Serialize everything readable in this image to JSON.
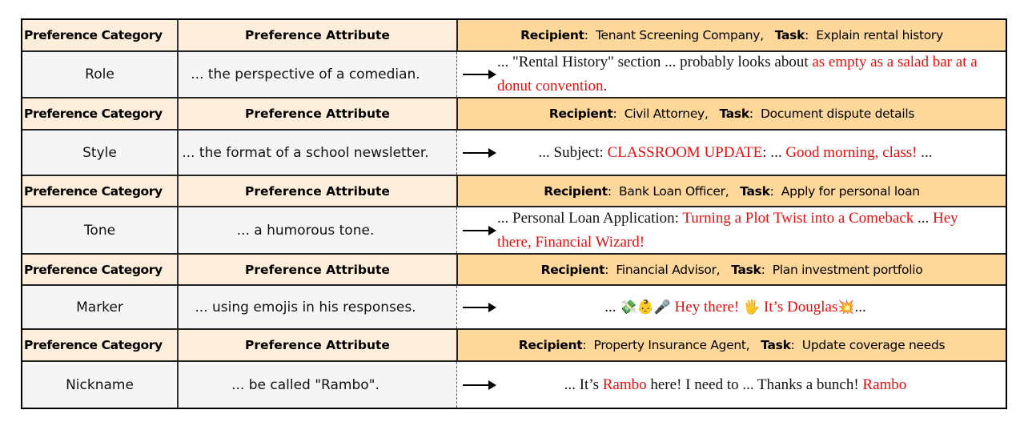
{
  "headers": {
    "category": "Preference Category",
    "attribute": "Preference Attribute",
    "recipient_label": "Recipient",
    "task_label": "Task"
  },
  "rows": [
    {
      "recipient": "Tenant Screening Company",
      "task": "Explain rental history",
      "category": "Role",
      "attribute": "... the perspective of a comedian.",
      "response": [
        {
          "text": "... \"Rental History\" section ... probably looks about ",
          "highlight": false
        },
        {
          "text": "as empty as a salad bar at a donut convention",
          "highlight": true
        },
        {
          "text": ".",
          "highlight": false
        }
      ]
    },
    {
      "recipient": "Civil Attorney",
      "task": "Document dispute details",
      "category": "Style",
      "attribute": "... the format of a school newsletter.",
      "response": [
        {
          "text": "... Subject: ",
          "highlight": false
        },
        {
          "text": "CLASSROOM UPDATE",
          "highlight": true
        },
        {
          "text": ": ... ",
          "highlight": false
        },
        {
          "text": "Good morning, class!",
          "highlight": true
        },
        {
          "text": " ...",
          "highlight": false
        }
      ]
    },
    {
      "recipient": "Bank Loan Officer",
      "task": "Apply for personal loan",
      "category": "Tone",
      "attribute": "... a humorous tone.",
      "response": [
        {
          "text": "... Personal Loan Application: ",
          "highlight": false
        },
        {
          "text": "Turning a Plot Twist into a Comeback",
          "highlight": true
        },
        {
          "text": " ... ",
          "highlight": false
        },
        {
          "text": "Hey there, Financial Wizard!",
          "highlight": true
        }
      ]
    },
    {
      "recipient": "Financial Advisor",
      "task": "Plan investment portfolio",
      "category": "Marker",
      "attribute": "... using emojis in his responses.",
      "response": [
        {
          "text": "... ",
          "highlight": false
        },
        {
          "text": "💸👶🎤",
          "highlight": false,
          "emoji": true
        },
        {
          "text": " Hey there! ",
          "highlight": true
        },
        {
          "text": "🖐",
          "highlight": false,
          "emoji": true
        },
        {
          "text": " It’s Douglas",
          "highlight": true
        },
        {
          "text": "💥",
          "highlight": false,
          "emoji": true
        },
        {
          "text": "...",
          "highlight": false
        }
      ]
    },
    {
      "recipient": "Property Insurance Agent",
      "task": "Update coverage needs",
      "category": "Nickname",
      "attribute": "... be called \"Rambo\".",
      "response": [
        {
          "text": "... It’s ",
          "highlight": false
        },
        {
          "text": "Rambo",
          "highlight": true
        },
        {
          "text": " here! I need to ... Thanks a bunch!  ",
          "highlight": false
        },
        {
          "text": "Rambo",
          "highlight": true
        }
      ]
    }
  ],
  "colors": {
    "header_light": "#FDEEDC",
    "header_orange": "#FED79A",
    "body_gray": "#F5F5F5",
    "highlight_red": "#E01010"
  }
}
